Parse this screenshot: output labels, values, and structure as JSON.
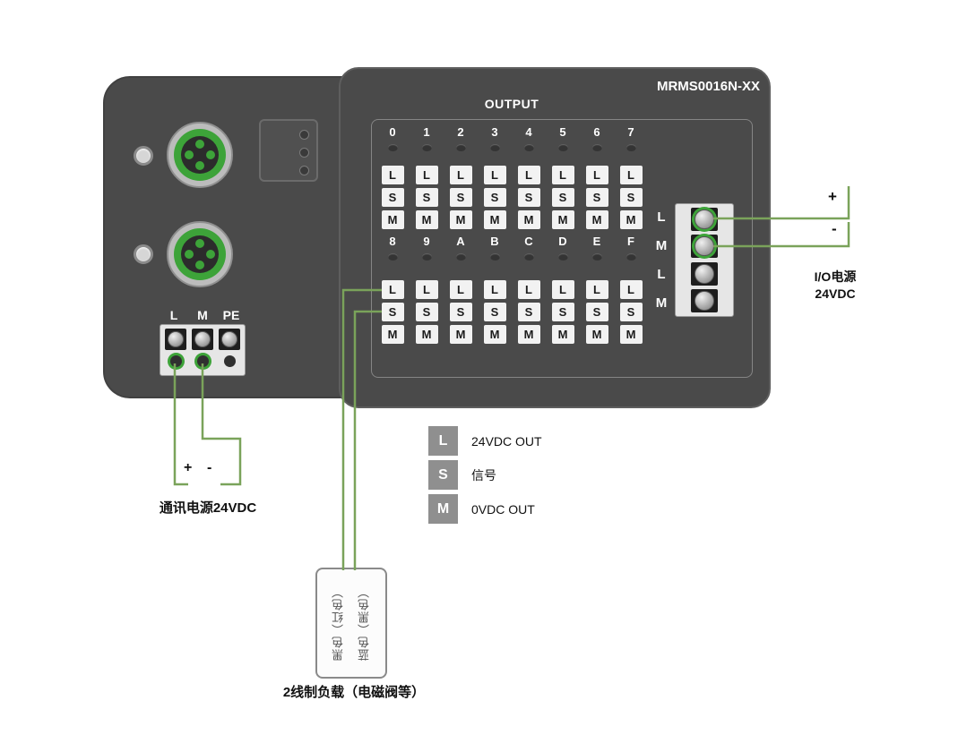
{
  "device": {
    "model": "MRMS0016N-XX",
    "panel_title": "OUTPUT",
    "terminal_letters": [
      "L",
      "S",
      "M"
    ],
    "banks": [
      {
        "channels": [
          "0",
          "1",
          "2",
          "3",
          "4",
          "5",
          "6",
          "7"
        ]
      },
      {
        "channels": [
          "8",
          "9",
          "A",
          "B",
          "C",
          "D",
          "E",
          "F"
        ]
      }
    ],
    "io_block_labels": [
      "L",
      "M",
      "L",
      "M"
    ],
    "comm_block_labels": [
      "L",
      "M",
      "PE"
    ]
  },
  "annotations": {
    "io_power_line1": "I/O电源",
    "io_power_line2": "24VDC",
    "io_plus": "+",
    "io_minus": "-",
    "comm_plus": "+",
    "comm_minus": "-",
    "comm_power": "通讯电源24VDC",
    "load_label": "2线制负载（电磁阀等）",
    "load_wire_left": "黑色（红色）",
    "load_wire_right": "蓝色（黑色）"
  },
  "legend": {
    "items": [
      {
        "key": "L",
        "desc": "24VDC OUT"
      },
      {
        "key": "S",
        "desc": "信号"
      },
      {
        "key": "M",
        "desc": "0VDC OUT"
      }
    ]
  },
  "colors": {
    "body": "#4a4a4a",
    "wire": "#7aa35a",
    "connector_green": "#3da339"
  }
}
